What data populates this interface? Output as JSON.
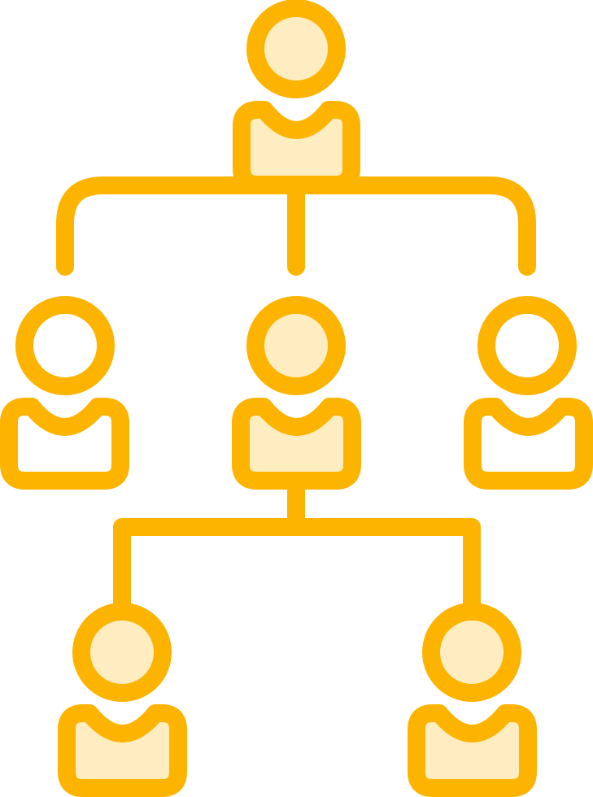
{
  "icon": "organization-hierarchy-icon",
  "colors": {
    "stroke": "#FCB400",
    "fill": "#FEEDC1",
    "background": "#FFFFFF"
  },
  "nodes": [
    {
      "id": "top",
      "icon": "person-icon",
      "filled": true
    },
    {
      "id": "mid-left",
      "icon": "person-icon",
      "filled": false
    },
    {
      "id": "mid-center",
      "icon": "person-icon",
      "filled": true
    },
    {
      "id": "mid-right",
      "icon": "person-icon",
      "filled": false
    },
    {
      "id": "bottom-left",
      "icon": "person-icon",
      "filled": true
    },
    {
      "id": "bottom-right",
      "icon": "person-icon",
      "filled": true
    }
  ]
}
